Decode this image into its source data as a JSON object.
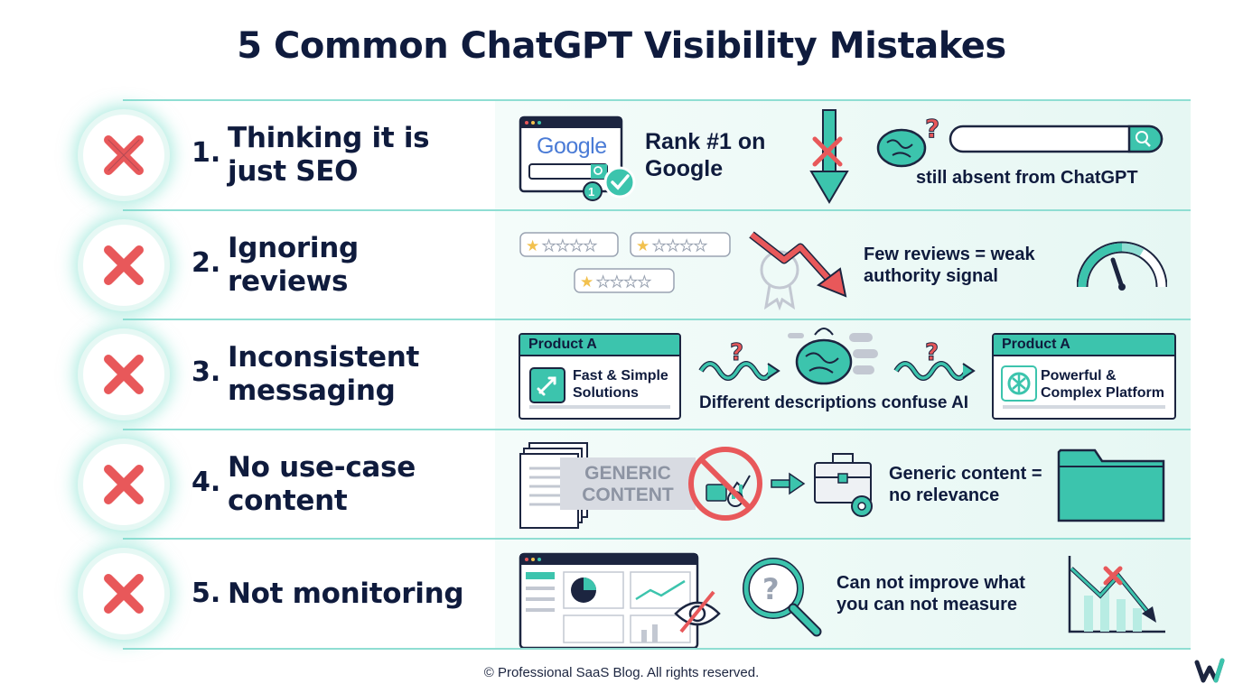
{
  "title": "5 Common ChatGPT Visibility Mistakes",
  "colors": {
    "accent": "#3cc4ad",
    "navy": "#0f1b3d",
    "error": "#e8585a",
    "panel": "#e6f7f3"
  },
  "rows": [
    {
      "num": "1.",
      "label": "Thinking it is just SEO",
      "google_logo": "Google",
      "rank_badge": "1",
      "rank_text": "Rank #1 on Google",
      "absent_text": "still absent from ChatGPT",
      "icons": [
        "x-icon",
        "browser-window-icon",
        "checkmark-icon",
        "down-arrow-icon",
        "brain-question-icon",
        "search-bar-icon"
      ]
    },
    {
      "num": "2.",
      "label": "Ignoring reviews",
      "review_text": "Few reviews = weak authority signal",
      "icons": [
        "x-icon",
        "star-rating-bubble-icon",
        "award-ribbon-icon",
        "trend-down-arrow-icon",
        "gauge-icon"
      ]
    },
    {
      "num": "3.",
      "label": "Inconsistent messaging",
      "card_left_head": "Product A",
      "card_left_text": "Fast & Simple Solutions",
      "card_right_head": "Product A",
      "card_right_text": "Powerful & Complex Platform",
      "confuse_text": "Different descriptions confuse AI",
      "icons": [
        "x-icon",
        "rocket-icon",
        "wave-question-icon",
        "brain-icon",
        "openai-icon"
      ]
    },
    {
      "num": "4.",
      "label": "No use-case content",
      "generic_stamp": "GENERIC CONTENT",
      "relevance_text": "Generic content = no relevance",
      "icons": [
        "x-icon",
        "document-stack-icon",
        "prohibited-icon",
        "arrow-right-icon",
        "toolbox-gear-icon",
        "folder-icon"
      ]
    },
    {
      "num": "5.",
      "label": "Not monitoring",
      "measure_text": "Can not improve what you can not measure",
      "icons": [
        "x-icon",
        "dashboard-icon",
        "eye-slash-icon",
        "magnifier-question-icon",
        "declining-chart-icon"
      ]
    }
  ],
  "footer": "© Professional SaaS Blog. All rights reserved.",
  "logo_icon": "w-logo-icon"
}
